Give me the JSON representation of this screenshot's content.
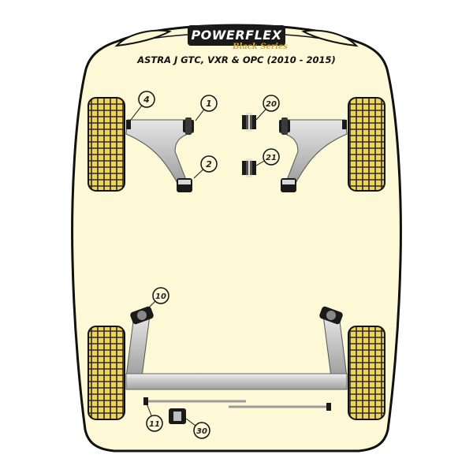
{
  "brand": {
    "name": "POWERFLEX",
    "series": "Black Series"
  },
  "vehicle_title": "ASTRA J GTC, VXR & OPC (2010 - 2015)",
  "callouts": [
    {
      "id": "c1",
      "number": "1"
    },
    {
      "id": "c2",
      "number": "2"
    },
    {
      "id": "c4",
      "number": "4"
    },
    {
      "id": "c20",
      "number": "20"
    },
    {
      "id": "c21",
      "number": "21"
    },
    {
      "id": "c10",
      "number": "10"
    },
    {
      "id": "c11",
      "number": "11"
    },
    {
      "id": "c30",
      "number": "30"
    }
  ],
  "colors": {
    "body_fill": "#fdf9d6",
    "body_outline": "#111111",
    "tyre_fill": "#f0d457",
    "tyre_tread": "#2a2a2a",
    "arm_fill": "#c9c9c9",
    "bush_fill": "#1a1a1a",
    "logo_gold": "#d9a82e"
  },
  "icons": {
    "wheel": "tyre-tread-icon",
    "bush": "bush-icon"
  }
}
